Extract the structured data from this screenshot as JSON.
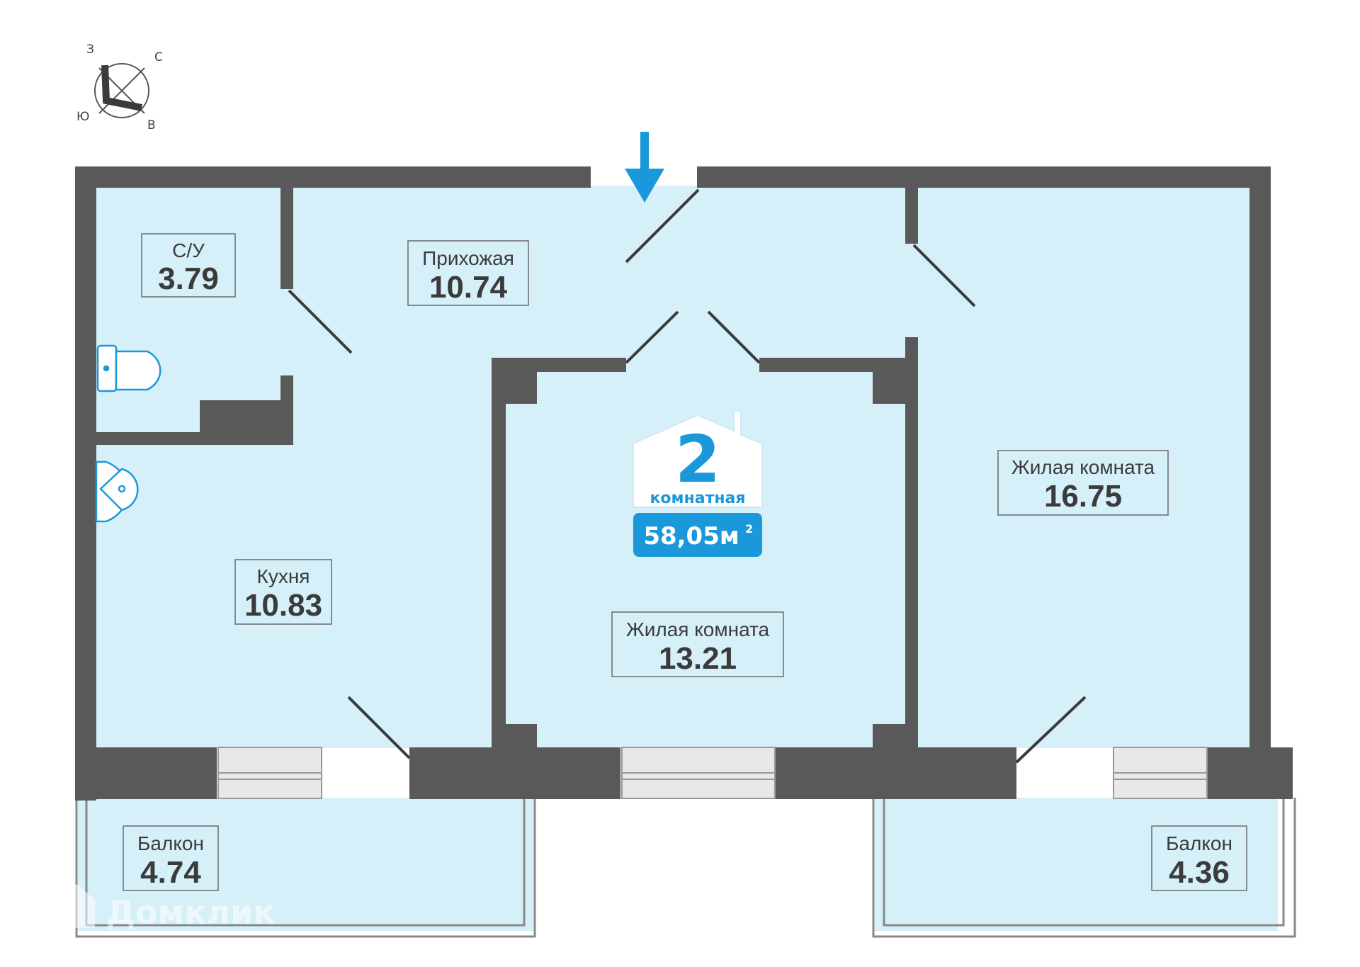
{
  "compass": {
    "north": "С",
    "east": "В",
    "south": "Ю",
    "west": "З"
  },
  "badge": {
    "rooms": "2",
    "rooms_word": "комнатная",
    "total_area": "58,05м",
    "area_unit_sup": "2"
  },
  "rooms": {
    "bathroom": {
      "name": "С/У",
      "area": "3.79"
    },
    "hallway": {
      "name": "Прихожая",
      "area": "10.74"
    },
    "kitchen": {
      "name": "Кухня",
      "area": "10.83"
    },
    "living_center": {
      "name": "Жилая комната",
      "area": "13.21"
    },
    "living_right": {
      "name": "Жилая комната",
      "area": "16.75"
    },
    "balcony_left": {
      "name": "Балкон",
      "area": "4.74"
    },
    "balcony_right": {
      "name": "Балкон",
      "area": "4.36"
    }
  },
  "watermark": "Домклик",
  "colors": {
    "floor": "#d6f0fa",
    "wall": "#595959",
    "accent": "#1b98d9",
    "window": "#e5e5e5"
  }
}
